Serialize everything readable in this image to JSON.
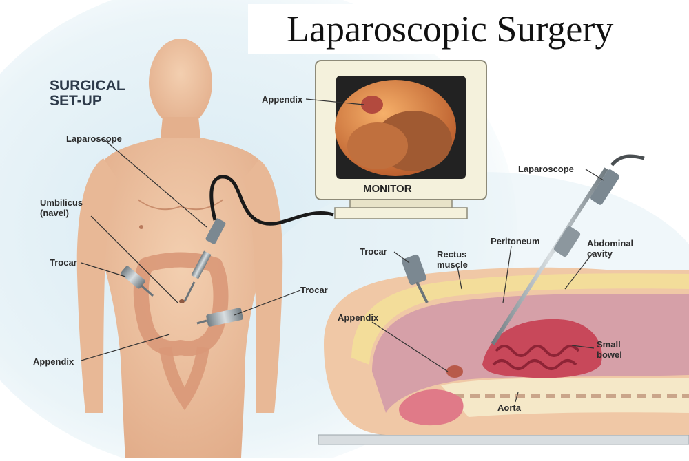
{
  "title": "Laparoscopic Surgery",
  "setup_heading_line1": "SURGICAL",
  "setup_heading_line2": "SET-UP",
  "monitor_label": "MONITOR",
  "labels": {
    "appendix_monitor": "Appendix",
    "laparoscope_left": "Laparoscope",
    "umbilicus_line1": "Umbilicus",
    "umbilicus_line2": "(navel)",
    "trocar_left": "Trocar",
    "trocar_center": "Trocar",
    "appendix_left": "Appendix",
    "laparoscope_right": "Laparoscope",
    "peritoneum": "Peritoneum",
    "abdominal_line1": "Abdominal",
    "abdominal_line2": "cavity",
    "trocar_right": "Trocar",
    "rectus_line1": "Rectus",
    "rectus_line2": "muscle",
    "appendix_right": "Appendix",
    "small_bowel_line1": "Small",
    "small_bowel_line2": "bowel",
    "aorta": "Aorta"
  },
  "colors": {
    "skin": "#eec3a0",
    "skin_shadow": "#d9a07c",
    "background_glow": "#cfe4ef",
    "intestine": "#e0a88d",
    "monitor_frame": "#f4f1dc",
    "monitor_screen": "#222222",
    "endoscope_view": "#d9844a",
    "tissue_pink": "#dda0a8",
    "fat_yellow": "#f3dd9a",
    "bowel_red": "#c8485a"
  },
  "icons": [
    "laparoscope-icon",
    "trocar-icon",
    "monitor-icon",
    "cable-icon"
  ]
}
